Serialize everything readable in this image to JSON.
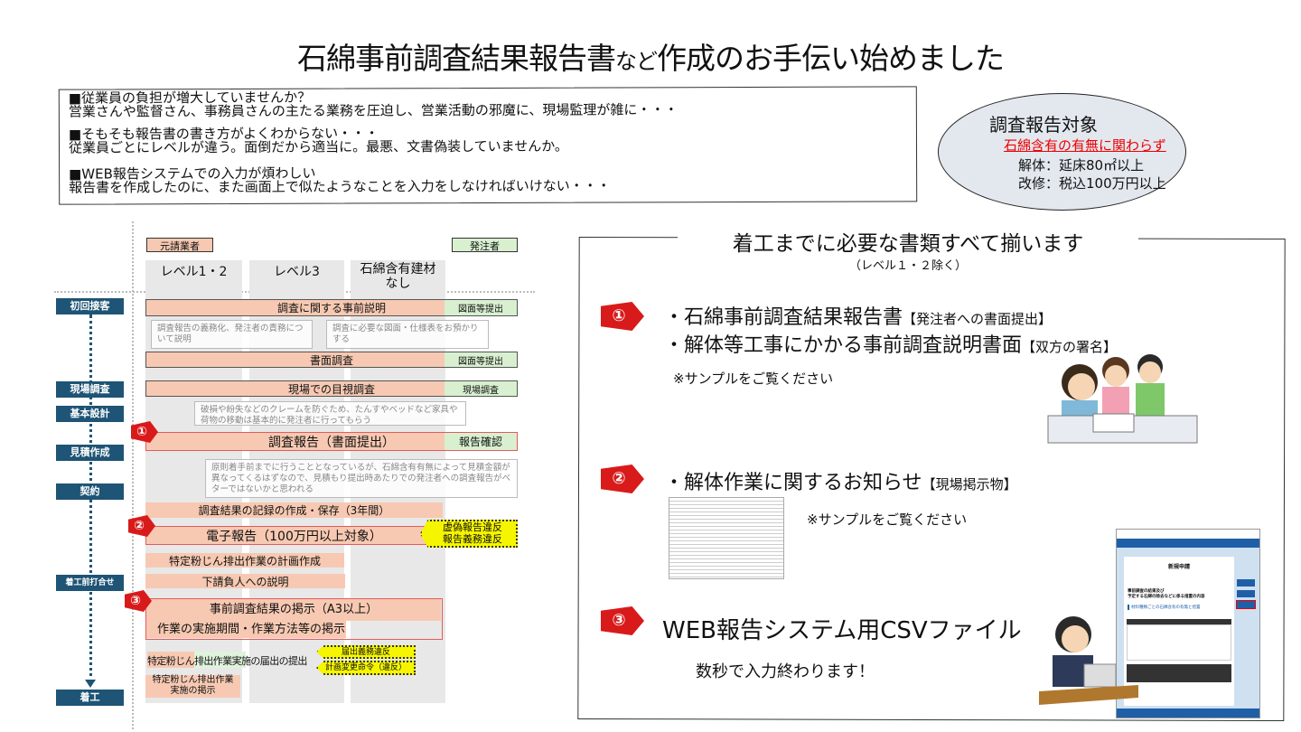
{
  "title": {
    "main": "石綿事前調査結果報告書",
    "small": "など",
    "rest": "作成のお手伝い始めました"
  },
  "issues": [
    {
      "head": "■従業員の負担が増大していませんか？",
      "body": "営業さんや監督さん、事務員さんの主たる業務を圧迫し、営業活動の邪魔に、現場監理が雑に・・・"
    },
    {
      "head": "■そもそも報告書の書き方がよくわからない・・・",
      "body": "従業員ごとにレベルが違う。面倒だから適当に。最悪、文書偽装していませんか。"
    },
    {
      "head": "■WEB報告システムでの入力が煩わしい",
      "body": "報告書を作成したのに、また画面上で似たようなことを入力をしなければいけない・・・"
    }
  ],
  "target": {
    "title": "調査報告対象",
    "note": "石綿含有の有無に関わらず",
    "line1": "解体：延床80㎡以上",
    "line2": "改修：税込100万円以上"
  },
  "flow": {
    "contractor": "元請業者",
    "client": "発注者",
    "columns": [
      "レベル1・2",
      "レベル3",
      "石綿含有建材\nなし"
    ],
    "steps": [
      "初回接客",
      "現場調査",
      "基本設計",
      "見積作成",
      "契約",
      "着工前打合せ",
      "着工"
    ],
    "rows": {
      "r1": "調査に関する事前説明",
      "r1g": "図面等提出",
      "n1": "調査報告の義務化、発注者の責務について説明",
      "n2": "調査に必要な図面・仕様表をお預かりする",
      "r2": "書面調査",
      "r2g": "図面等提出",
      "r3": "現場での目視調査",
      "r3g": "現場調査",
      "n3": "破損や紛失などのクレームを防ぐため、たんすやベッドなど家具や荷物の移動は基本的に発注者に行ってもらう",
      "r4": "調査報告（書面提出）",
      "r4g": "報告確認",
      "n4": "原則着手前までに行うこととなっているが、石綿含有有無によって見積金額が異なってくるはずなので、見積もり提出時あたりでの発注者への調査報告がベターではないかと思われる",
      "r5": "調査結果の記録の作成・保存（3年間）",
      "r6": "電子報告（100万円以上対象）",
      "y1a": "虚偽報告違反",
      "y1b": "報告義務違反",
      "r7": "特定粉じん排出作業の計画作成",
      "r8": "下請負人への説明",
      "r9": "事前調査結果の掲示（A3以上）",
      "r9b": "作業の実施期間・作業方法等の掲示",
      "r10": "特定粉じん排出作業実施の届出の提出",
      "y2a": "届出義務違反",
      "y2b": "計画変更命令（違反）",
      "r11": "特定粉じん排出作業\n実施の掲示"
    },
    "badges": [
      "①",
      "②",
      "③"
    ]
  },
  "panel": {
    "title": "着工までに必要な書類すべて揃います",
    "sub": "（レベル１・２除く）",
    "i1a": "・石綿事前調査結果報告書",
    "i1a_s": "【発注者への書面提出】",
    "i1b": "・解体等工事にかかる事前調査説明書面",
    "i1b_s": "【双方の署名】",
    "sample": "※サンプルをご覧ください",
    "i2": "・解体作業に関するお知らせ",
    "i2_s": "【現場掲示物】",
    "i3": "WEB報告システム用CSVファイル",
    "i3_sub": "数秒で入力終わります！",
    "web": {
      "h": "新規申請",
      "l1": "事前調査の結果及び",
      "l2": "予定する石綿の除去などに係る措置の内容",
      "sec": "材料種類ごとの石綿含有の有無と措置"
    }
  },
  "colors": {
    "accent": "#d91a1a",
    "step": "#1e5475",
    "orange": "#f7c9b2",
    "green": "#d8f0d0",
    "yellow": "#f5f500"
  }
}
